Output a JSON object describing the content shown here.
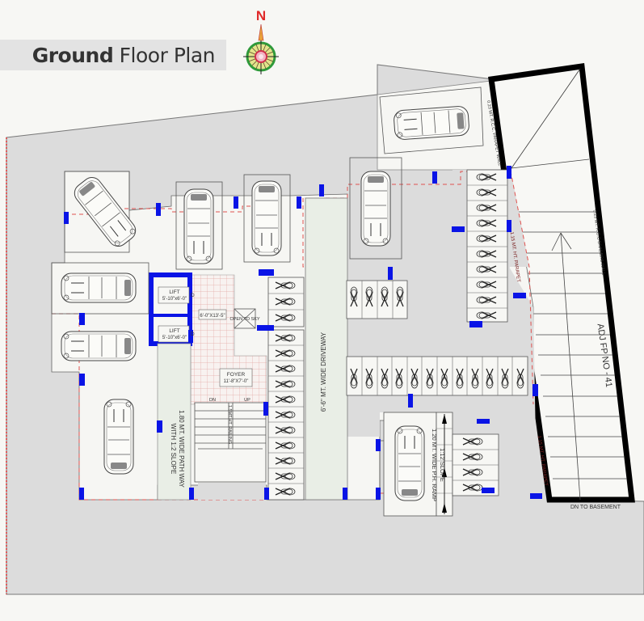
{
  "header": {
    "title_bold": "Ground",
    "title_regular": "Floor Plan",
    "compass_label": "N"
  },
  "labels": {
    "lift_1": "LIFT",
    "lift_1_size": "5'-10\"x6'-0\"",
    "lift_2": "LIFT",
    "lift_2_size": "5'-10\"x6'-0\"",
    "door_mark_1": "D",
    "door_mark_2": "D",
    "lobby_size": "6'-0\"X13'-5\"",
    "open_to_sky": "OPEN TO SKY",
    "foyer": "FOYER",
    "foyer_size": "11'-8\"X7'-0\"",
    "stair_dn": "DN",
    "stair_up": "UP",
    "railing": "1.5MT.HT. RAILING",
    "pathway_1": "1.80 MT. WIDE PATH WAY",
    "pathway_2": "WITH 1:2 SLOPE",
    "driveway": "6'-6\" MT. WIDE DRIVEWAY",
    "ramp_1": "1.20 MT. WIDE P.H. RAMP",
    "ramp_2": "1:12 SLOPE",
    "parapet_top": "0.23 MT. R.C.C. PARAPET WALL",
    "parapet_mid": "1.15 MT. HT. PARAPET",
    "parapet_bottom": "1.15 MT. HT. PARAPET",
    "dividers_wall": "0.23 MT. R.C.C DIVIDERS WALL",
    "adjacent_plot": "ADJ FP NO - 41",
    "dn_basement": "DN TO BASEMENT"
  },
  "counts": {
    "car_slots": 10,
    "bike_slots_left_column": 14,
    "bike_slots_right_column": 10,
    "bike_slots_middle_group": 4,
    "bike_slots_long_row": 12,
    "bike_slots_ramp": 4
  },
  "colors": {
    "background": "#f7f7f4",
    "site_fill": "#dcdcdc",
    "column_blue": "#0a14e6",
    "dashed_red": "#e0524f",
    "compass_red": "#e02a2a",
    "compass_green": "#2f9a3a",
    "foyer_grid": "#e9b1ad",
    "pathway_fill": "#e9eee6"
  }
}
